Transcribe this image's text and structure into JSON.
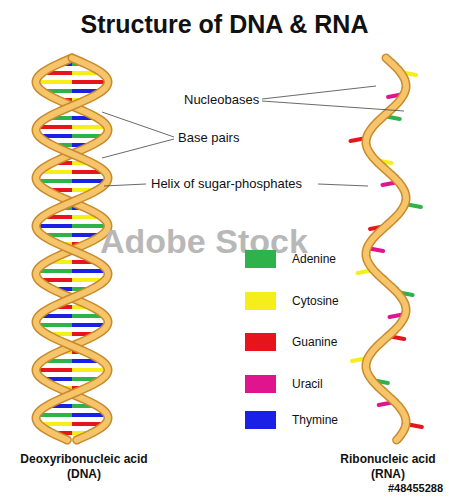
{
  "diagram": {
    "title": "Structure of DNA & RNA",
    "labels": [
      "Nucleobases",
      "Base pairs",
      "Helix of sugar-phosphates",
      "Adobe Stock",
      "Deoxyribonucleic acid (DNA)",
      "Ribonucleic acid (RNA)",
      "#48455288"
    ],
    "legend": [
      {
        "text": "Adenine",
        "color": "#2db34a"
      },
      {
        "text": "Cytosine",
        "color": "#f5ee1a"
      },
      {
        "text": "Guanine",
        "color": "#e8141b"
      },
      {
        "text": "Uracil",
        "color": "#e0148c"
      },
      {
        "text": "Thymine",
        "color": "#1a20e6"
      }
    ]
  }
}
